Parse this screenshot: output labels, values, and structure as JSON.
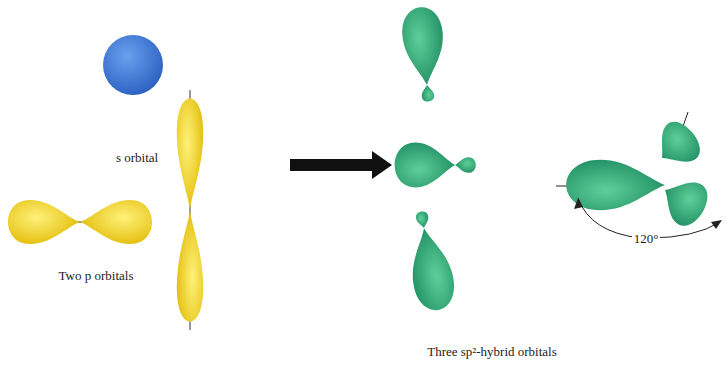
{
  "diagram": {
    "labels": [
      "s orbital",
      "Two p orbitals",
      "Three sp²-hybrid orbitals",
      "120°"
    ]
  }
}
